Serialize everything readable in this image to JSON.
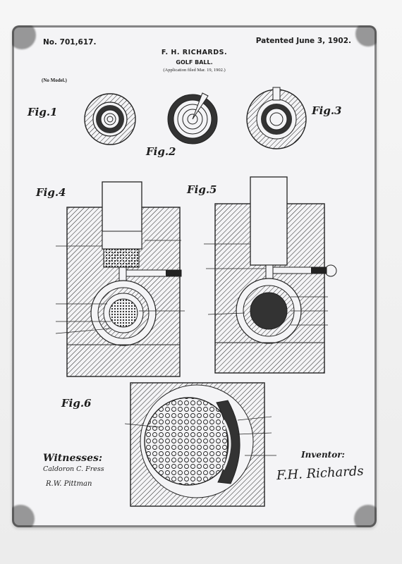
{
  "header": {
    "patent_no": "No. 701,617.",
    "patented": "Patented June 3, 1902.",
    "inventor_name": "F. H. RICHARDS.",
    "invention": "GOLF BALL.",
    "filed": "(Application filed Mar. 19, 1902.)",
    "model": "(No Model.)"
  },
  "figures": {
    "fig1": "Fig.1",
    "fig2": "Fig.2",
    "fig3": "Fig.3",
    "fig4": "Fig.4",
    "fig5": "Fig.5",
    "fig6": "Fig.6"
  },
  "footer": {
    "witnesses_label": "Witnesses:",
    "witness_1": "Caldoron C. Fress",
    "witness_2": "R.W. Pittman",
    "inventor_label": "Inventor:",
    "signature": "F.H. Richards"
  },
  "colors": {
    "ink": "#1d1d1d",
    "sign": "#f4f4f6",
    "wall": "#efefef"
  }
}
